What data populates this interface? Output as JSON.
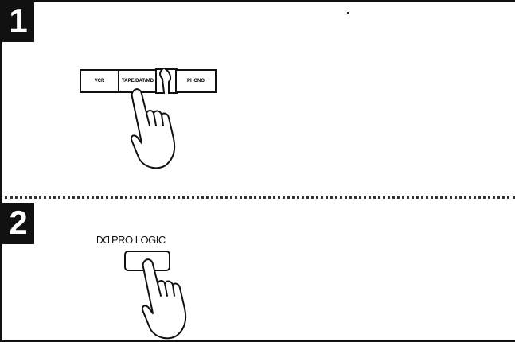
{
  "steps": [
    {
      "number": "1"
    },
    {
      "number": "2"
    }
  ],
  "selector": {
    "buttons": [
      "VCR",
      "TAPE/DAT/MD",
      "PHONO"
    ]
  },
  "prologic": {
    "label": "PRO LOGIC"
  },
  "icons": {
    "hand": "pointing-hand-icon",
    "dolby": "dolby-double-d-icon"
  }
}
